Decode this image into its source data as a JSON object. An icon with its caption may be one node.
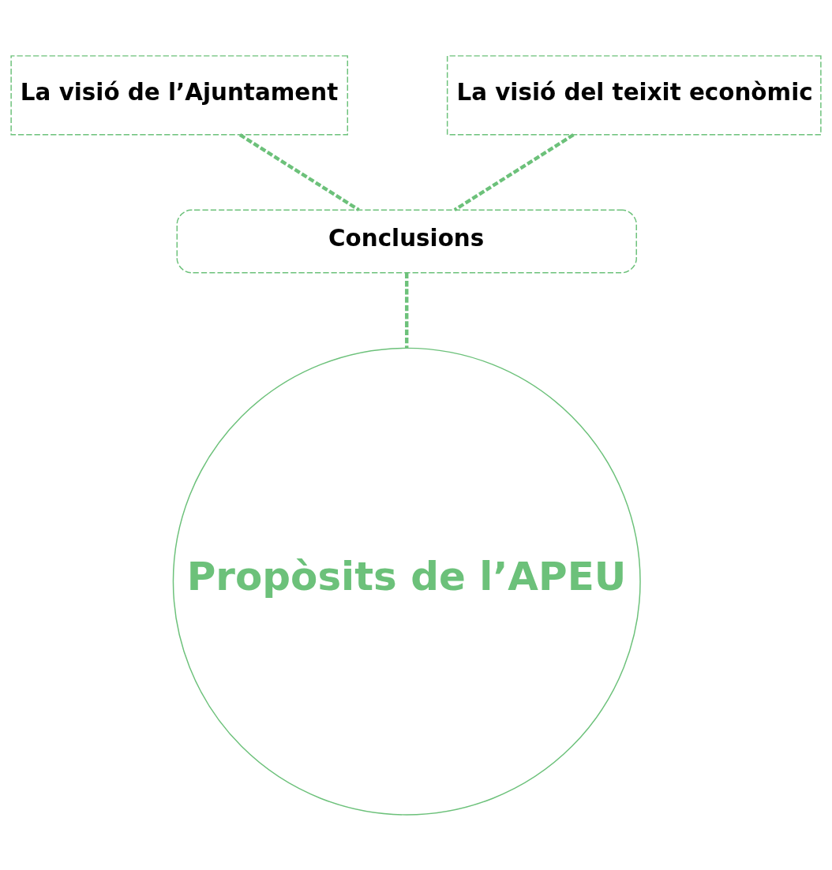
{
  "diagram": {
    "nodes": [
      {
        "text": [
          "La visió de l’Ajuntament"
        ]
      },
      {
        "text": [
          "La visió del teixit econòmic"
        ]
      },
      {
        "text": [
          "Conclusions"
        ]
      },
      {
        "text": [
          "Propòsits de l’APEU"
        ]
      }
    ],
    "edges": [
      {
        "from": 0,
        "to": 2,
        "arrow": "none",
        "style": "dashed"
      },
      {
        "from": 1,
        "to": 2,
        "arrow": "none",
        "style": "dashed"
      },
      {
        "from": 2,
        "to": 3,
        "arrow": "none",
        "style": "dashed"
      }
    ]
  }
}
